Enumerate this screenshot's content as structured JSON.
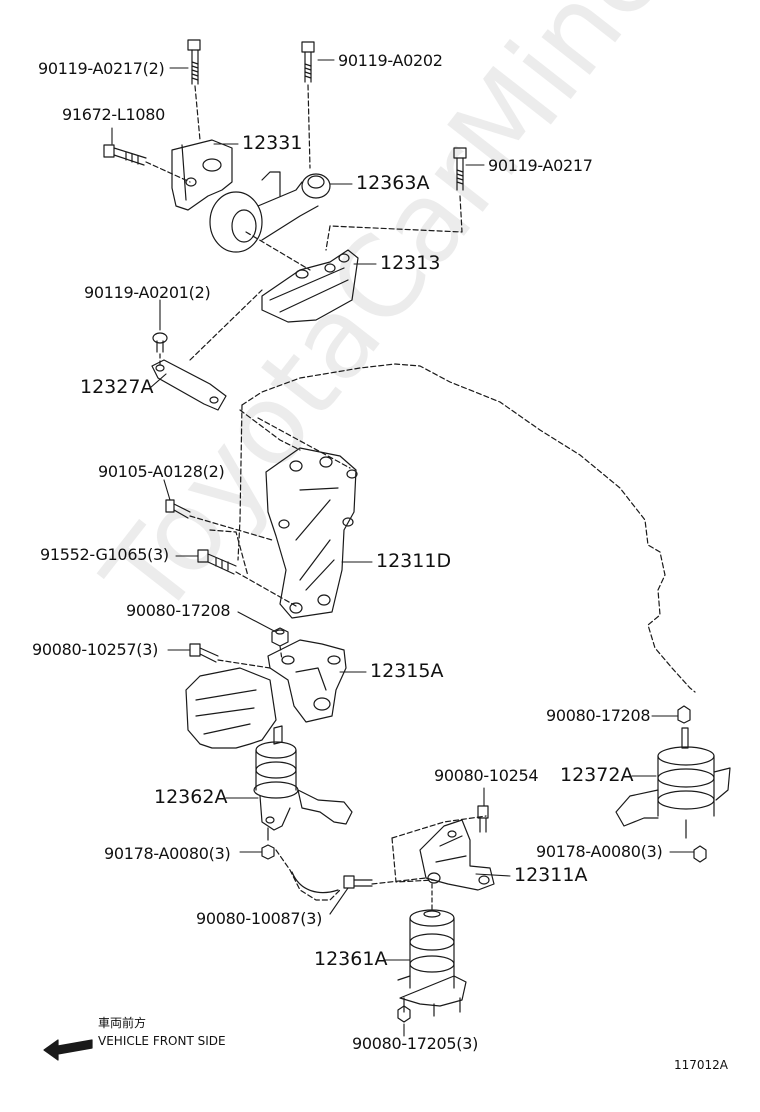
{
  "colors": {
    "line": "#1a1a1a",
    "background": "#ffffff",
    "watermark": "#d9d9d9"
  },
  "watermark": "ToyotaCarMine.ru",
  "labels": {
    "p_90119_A0217_2": "90119-A0217(2)",
    "p_90119_A0202": "90119-A0202",
    "p_91672_L1080": "91672-L1080",
    "p_12331": "12331",
    "p_90119_A0217": "90119-A0217",
    "p_12363A": "12363A",
    "p_12313": "12313",
    "p_90119_A0201_2": "90119-A0201(2)",
    "p_12327A": "12327A",
    "p_90105_A0128_2": "90105-A0128(2)",
    "p_91552_G1065_3": "91552-G1065(3)",
    "p_12311D": "12311D",
    "p_90080_17208_left": "90080-17208",
    "p_90080_10257_3": "90080-10257(3)",
    "p_12315A": "12315A",
    "p_90080_17208_right": "90080-17208",
    "p_12372A": "12372A",
    "p_90080_10254": "90080-10254",
    "p_12362A": "12362A",
    "p_90178_A0080_3_right": "90178-A0080(3)",
    "p_90178_A0080_3_left": "90178-A0080(3)",
    "p_12311A": "12311A",
    "p_90080_10087_3": "90080-10087(3)",
    "p_12361A": "12361A",
    "p_90080_17205_3": "90080-17205(3)"
  },
  "front_note": {
    "japanese": "車両前方",
    "english": "VEHICLE FRONT SIDE"
  },
  "figure_code": "117012A"
}
